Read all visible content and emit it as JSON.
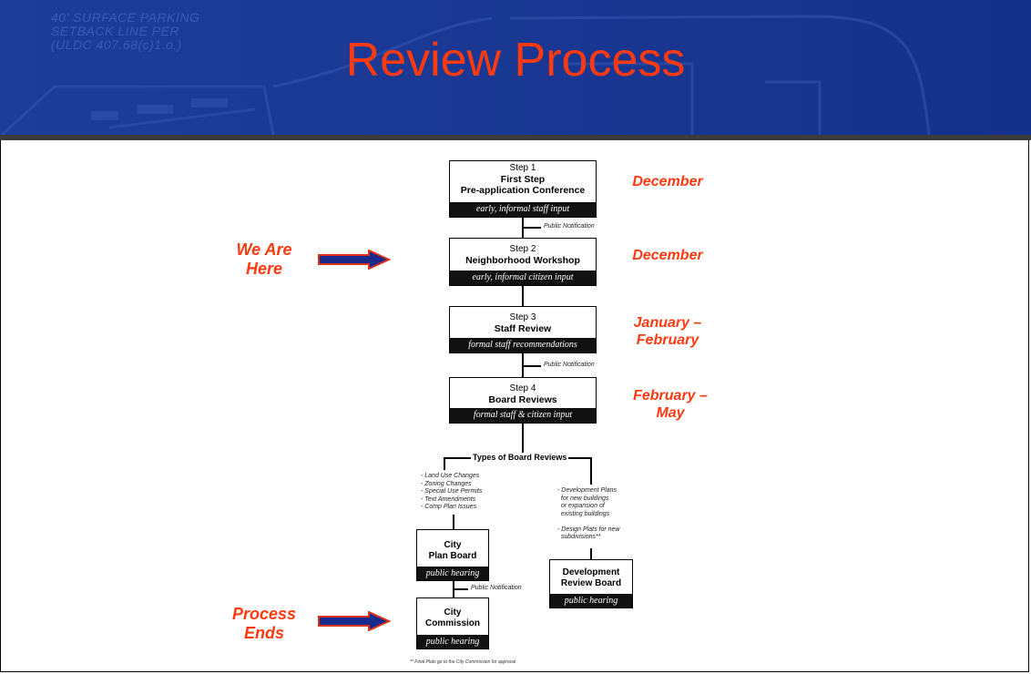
{
  "header": {
    "title": "Review Process",
    "background_text": "40' SURFACE PARKING\nSETBACK LINE PER\n(ULDC 407.68(c)1.o.)"
  },
  "steps": [
    {
      "step": "Step 1",
      "name_line1": "First Step",
      "name_line2": "Pre-application Conference",
      "bar": "early, informal staff input"
    },
    {
      "step": "Step 2",
      "name_line1": "Neighborhood Workshop",
      "name_line2": "",
      "bar": "early, informal citizen input"
    },
    {
      "step": "Step 3",
      "name_line1": "Staff Review",
      "name_line2": "",
      "bar": "formal staff recommendations"
    },
    {
      "step": "Step 4",
      "name_line1": "Board Reviews",
      "name_line2": "",
      "bar": "formal staff & citizen input"
    }
  ],
  "notifications": {
    "after_step1": "Public Notification",
    "after_step3": "Public Notification",
    "after_plan_board": "Public Notification"
  },
  "types_label": "Types of Board Reviews",
  "left_list": "- Land Use Changes\n- Zoning Changes\n- Special Use Permits\n- Text Amendments\n- Comp Plan Issues",
  "right_list": "- Development Plans\n  for new buildings\n  or expansion of\n  existing buildings\n\n- Design Plats for new\n  subdivisions**",
  "boards": {
    "plan_board": {
      "line1": "City",
      "line2": "Plan Board",
      "bar": "public hearing"
    },
    "commission": {
      "line1": "City",
      "line2": "Commission",
      "bar": "public hearing"
    },
    "drb": {
      "line1": "Development",
      "line2": "Review Board",
      "bar": "public hearing"
    }
  },
  "footnote": "** Final Plats go to the City Commission for approval",
  "timeline": {
    "step1": "December",
    "step2": "December",
    "step3_line1": "January –",
    "step3_line2": "February",
    "step4_line1": "February –",
    "step4_line2": "May"
  },
  "callouts": {
    "here_line1": "We Are",
    "here_line2": "Here",
    "ends_line1": "Process",
    "ends_line2": "Ends"
  },
  "colors": {
    "accent": "#ff3a10",
    "banner": "#1c3d9a",
    "arrow_fill": "#1a2a8c",
    "arrow_outline": "#d8321a"
  }
}
